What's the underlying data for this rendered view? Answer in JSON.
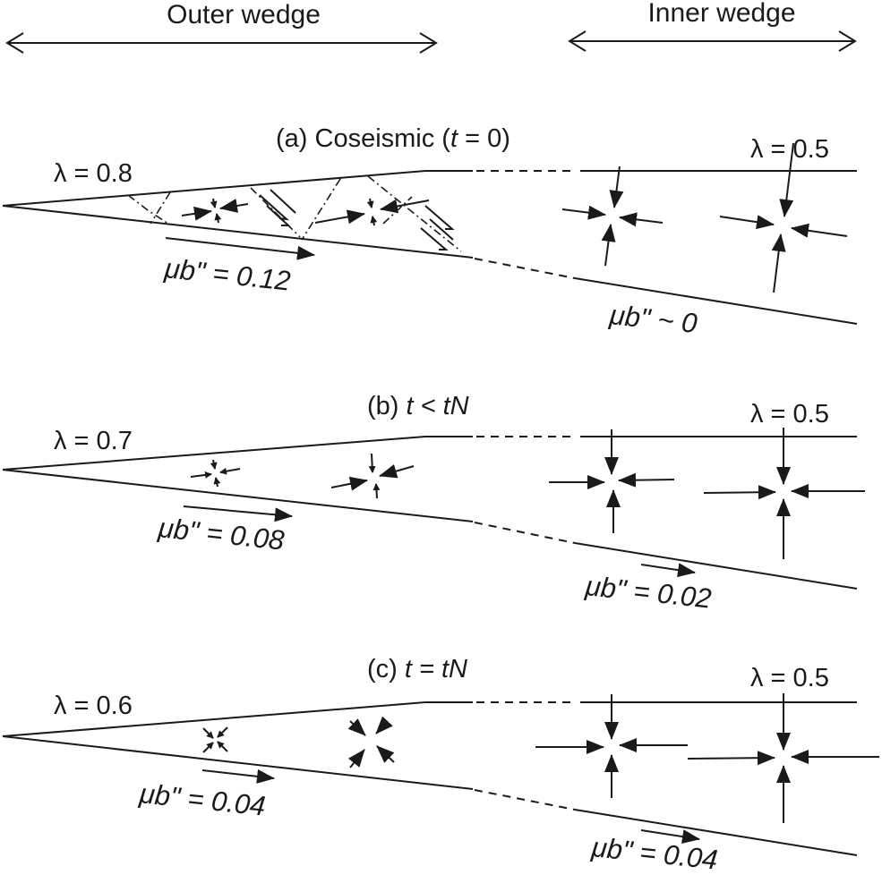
{
  "header": {
    "outer_wedge": "Outer wedge",
    "inner_wedge": "Inner wedge"
  },
  "panels": [
    {
      "title_prefix": "(a) Coseismic (",
      "title_var": "t",
      "title_suffix": " = 0)",
      "outer_lambda": "λ = 0.8",
      "inner_lambda": "λ = 0.5",
      "outer_mu": "μb\" = 0.12",
      "inner_mu": "μb\" ~ 0"
    },
    {
      "title_prefix": "(b) ",
      "title_var": "t < tN",
      "outer_lambda": "λ = 0.7",
      "inner_lambda": "λ = 0.5",
      "outer_mu": "μb\" = 0.08",
      "inner_mu": "μb\" = 0.02"
    },
    {
      "title_prefix": "(c) ",
      "title_var": "t = tN",
      "outer_lambda": "λ = 0.6",
      "inner_lambda": "λ = 0.5",
      "outer_mu": "μb\" = 0.04",
      "inner_mu": "μb\" = 0.04"
    }
  ],
  "colors": {
    "ink": "#1a1a1a",
    "background": "#ffffff"
  }
}
